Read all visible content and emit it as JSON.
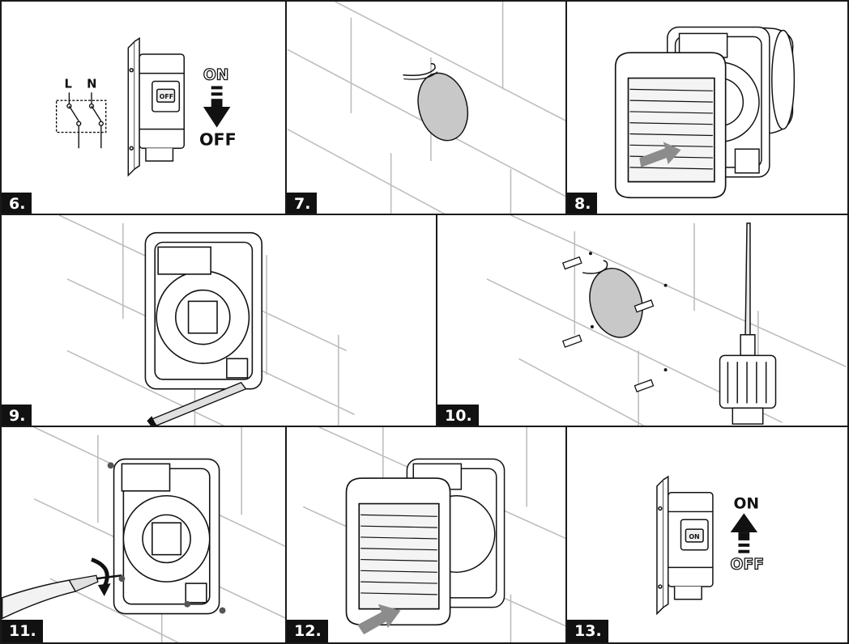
{
  "steps": [
    "6.",
    "7.",
    "8.",
    "9.",
    "10.",
    "11.",
    "12.",
    "13."
  ],
  "switch_labels": {
    "line": "L",
    "neutral": "N",
    "on": "ON",
    "off": "OFF",
    "breaker_off_text": "OFF",
    "breaker_on_text": "ON"
  },
  "colors": {
    "border": "#1a1a1a",
    "badge_bg": "#111111",
    "badge_text": "#ffffff",
    "wall_lines": "#bdbdbd",
    "hole_fill": "#c8c8c8",
    "arrow_grey": "#8c8c8c",
    "arrow_black": "#111111"
  }
}
